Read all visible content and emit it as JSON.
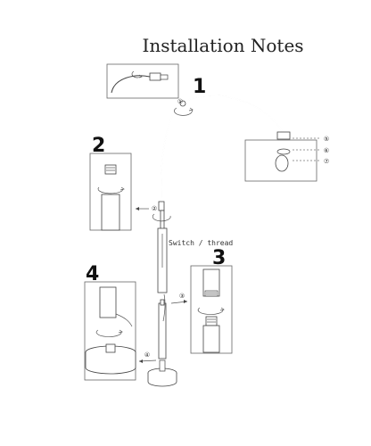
{
  "title": "Installation Notes",
  "steps": [
    {
      "big": "1",
      "circle": "①"
    },
    {
      "big": "2",
      "circle": "②"
    },
    {
      "big": "3",
      "circle": "③"
    },
    {
      "big": "4",
      "circle": "④"
    }
  ],
  "shade_parts": [
    "⑤",
    "⑥",
    "⑦"
  ],
  "switch_note": "Switch / thread"
}
